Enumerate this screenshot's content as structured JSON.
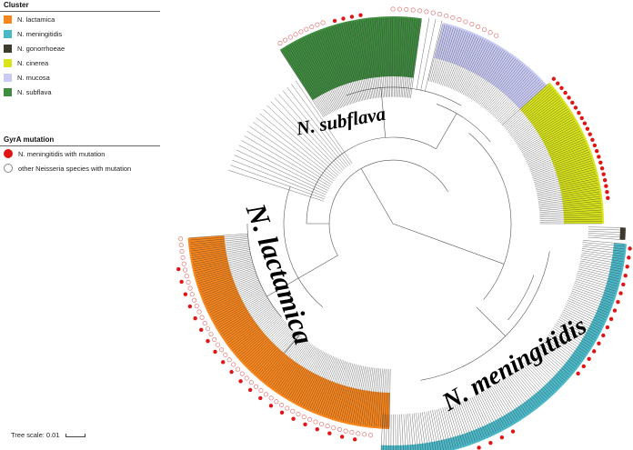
{
  "legend": {
    "cluster_title": "Cluster",
    "clusters": [
      {
        "label": "N. lactamica",
        "color": "#f9861c"
      },
      {
        "label": "N. meningitidis",
        "color": "#4bb8c8"
      },
      {
        "label": "N. gonorrhoeae",
        "color": "#3d3a2e"
      },
      {
        "label": "N. cinerea",
        "color": "#d9e51a"
      },
      {
        "label": "N. mucosa",
        "color": "#cacbf5"
      },
      {
        "label": "N. subflava",
        "color": "#3e8d3f"
      }
    ],
    "mutation_title": "GyrA mutation",
    "mutations": [
      {
        "label": "N. meningitidis with mutation",
        "fill": "#e01515",
        "stroke": "#e01515"
      },
      {
        "label": "other Neisseria species with mutation",
        "fill": "#ffffff",
        "stroke": "#888888"
      }
    ]
  },
  "clade_labels": {
    "subflava": "N. subflava",
    "lactamica": "N. lactamica",
    "meningitidis": "N. meningitidis"
  },
  "tree_scale": "Tree scale: 0.01",
  "tree_colors": {
    "branch": "#555555",
    "clade_label": "#000000"
  }
}
